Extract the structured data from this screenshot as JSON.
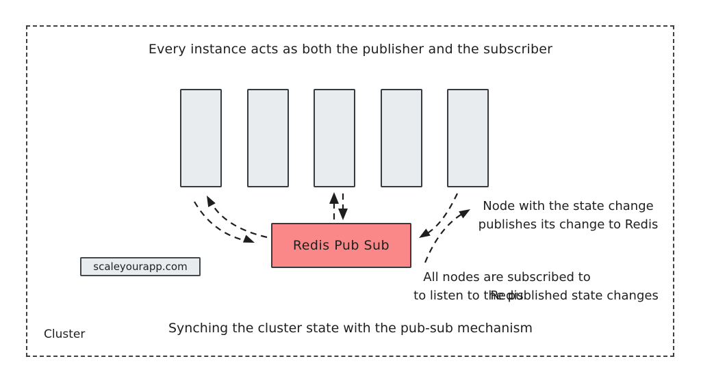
{
  "diagram": {
    "title": "Every instance acts as both the publisher and the subscriber",
    "caption": "Synching the cluster state with the pub-sub mechanism",
    "cluster_label": "Cluster",
    "watermark": "scaleyourapp.com",
    "redis_box": {
      "label": "Redis Pub Sub",
      "fill": "#fb8888"
    },
    "nodes": {
      "count": 5,
      "fill": "#e9ecef",
      "border": "#343a40"
    },
    "annotations": {
      "publish": {
        "line1": "Node with the state change",
        "line2": "publishes its change to Redis"
      },
      "subscribe": {
        "line1": "All nodes are subscribed to Redis",
        "line2": "to listen to the published state changes"
      }
    },
    "colors": {
      "background": "#ffffff",
      "stroke": "#343a40",
      "text": "#1e1e1e",
      "dashed_border": "#3a3f44"
    }
  }
}
